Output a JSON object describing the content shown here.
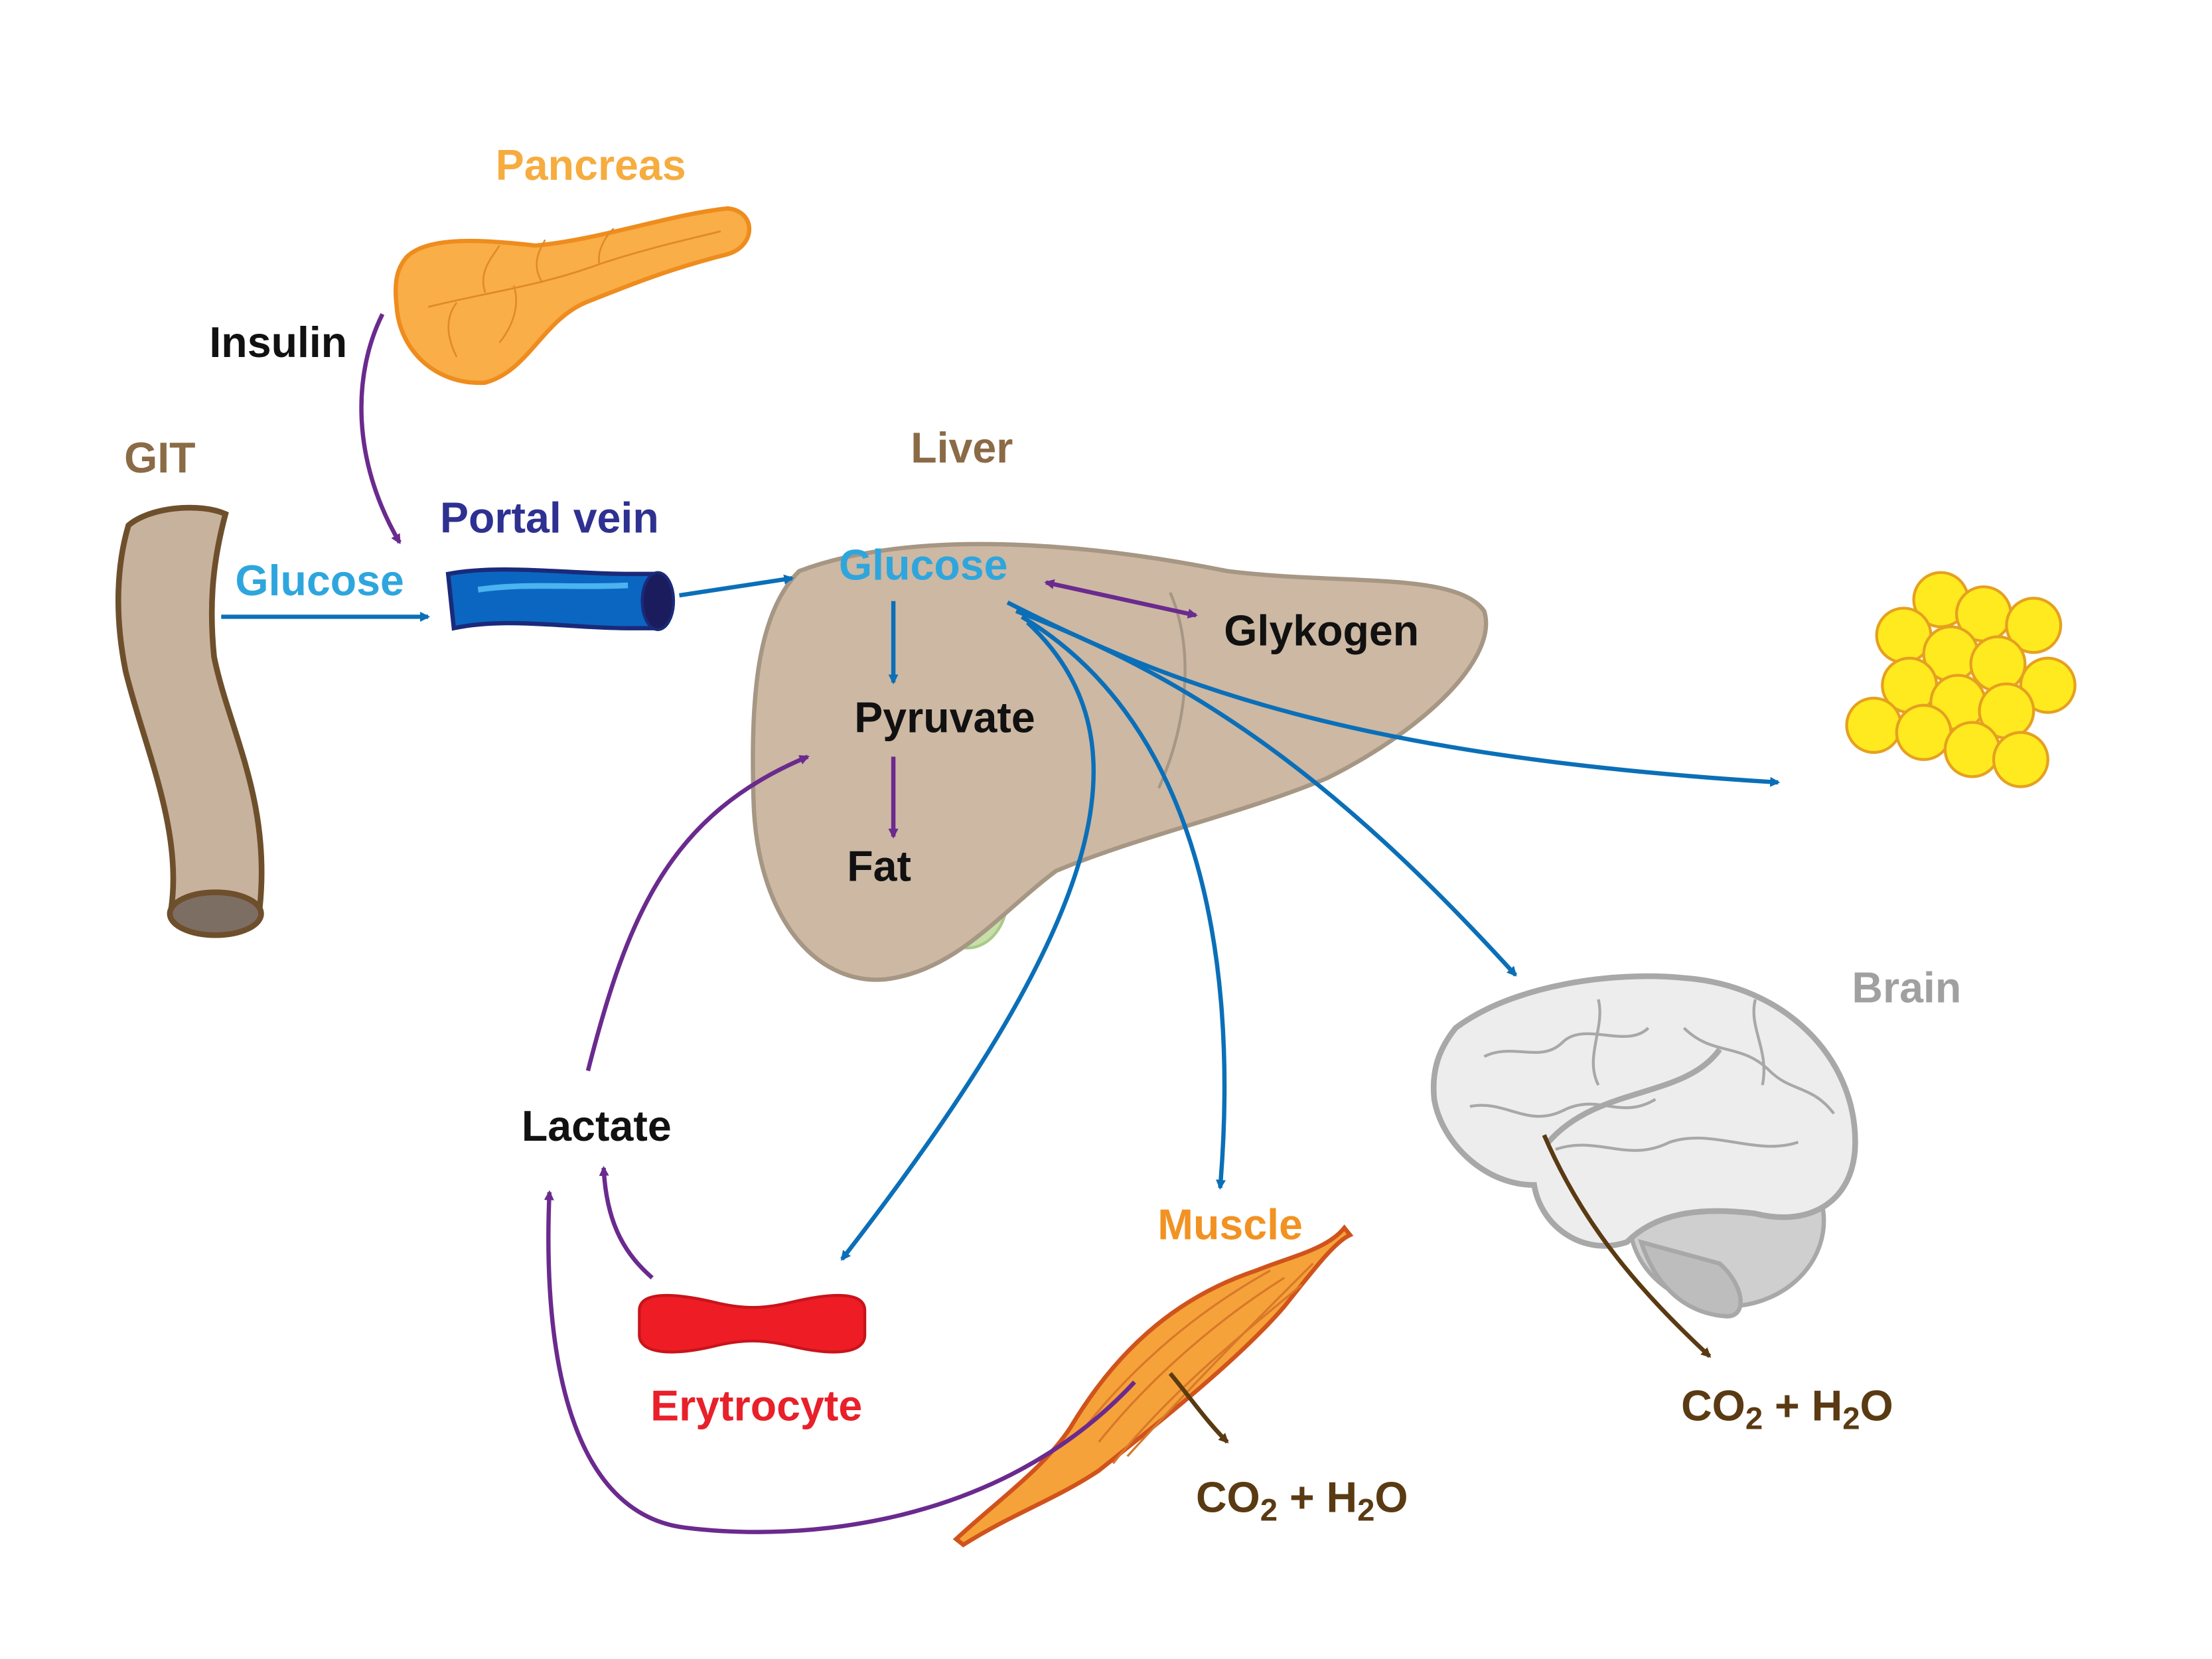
{
  "labels": {
    "pancreas": "Pancreas",
    "insulin": "Insulin",
    "git": "GIT",
    "glucose_git": "Glucose",
    "portal_vein": "Portal vein",
    "liver": "Liver",
    "glucose_liver": "Glucose",
    "glykogen": "Glykogen",
    "pyruvate": "Pyruvate",
    "fat": "Fat",
    "lactate": "Lactate",
    "erytrocyte": "Erytrocyte",
    "muscle": "Muscle",
    "brain": "Brain",
    "co2_symbol": "CO",
    "subscript_2": "2",
    "plus_h": " + H",
    "o_symbol": "O"
  },
  "colors": {
    "pancreas": "#F6AC3E",
    "git": "#7B5A35",
    "glucose": "#2EA6DD",
    "portal_vein": "#2E3191",
    "liver_label": "#8B6A46",
    "liver_fill": "#CDB8A3",
    "arrow_blue": "#0B6FB8",
    "arrow_purple": "#6A2A8E",
    "arrow_brown": "#5A3A12",
    "erytrocyte": "#E8202A",
    "muscle": "#F29222",
    "brain_label": "#A0A0A0",
    "fat_cells": "#FFEA1F",
    "text_dark": "#111111"
  }
}
